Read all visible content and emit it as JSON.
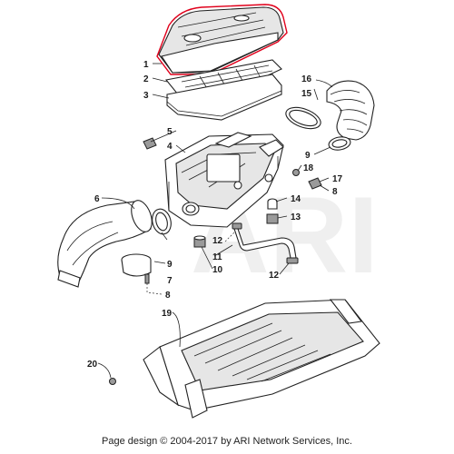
{
  "diagram": {
    "callouts": [
      {
        "id": "1",
        "text": "1"
      },
      {
        "id": "2",
        "text": "2"
      },
      {
        "id": "3",
        "text": "3"
      },
      {
        "id": "4",
        "text": "4"
      },
      {
        "id": "5",
        "text": "5"
      },
      {
        "id": "6",
        "text": "6"
      },
      {
        "id": "7",
        "text": "7"
      },
      {
        "id": "8a",
        "text": "8"
      },
      {
        "id": "8b",
        "text": "8"
      },
      {
        "id": "9a",
        "text": "9"
      },
      {
        "id": "9b",
        "text": "9"
      },
      {
        "id": "10",
        "text": "10"
      },
      {
        "id": "11",
        "text": "11"
      },
      {
        "id": "12a",
        "text": "12"
      },
      {
        "id": "12b",
        "text": "12"
      },
      {
        "id": "13",
        "text": "13"
      },
      {
        "id": "14",
        "text": "14"
      },
      {
        "id": "15",
        "text": "15"
      },
      {
        "id": "16",
        "text": "16"
      },
      {
        "id": "17",
        "text": "17"
      },
      {
        "id": "18",
        "text": "18"
      },
      {
        "id": "19",
        "text": "19"
      },
      {
        "id": "20",
        "text": "20"
      }
    ],
    "highlight_color": "#e0001b",
    "watermark": "ARI",
    "copyright": "Page design © 2004-2017 by ARI Network Services, Inc."
  }
}
